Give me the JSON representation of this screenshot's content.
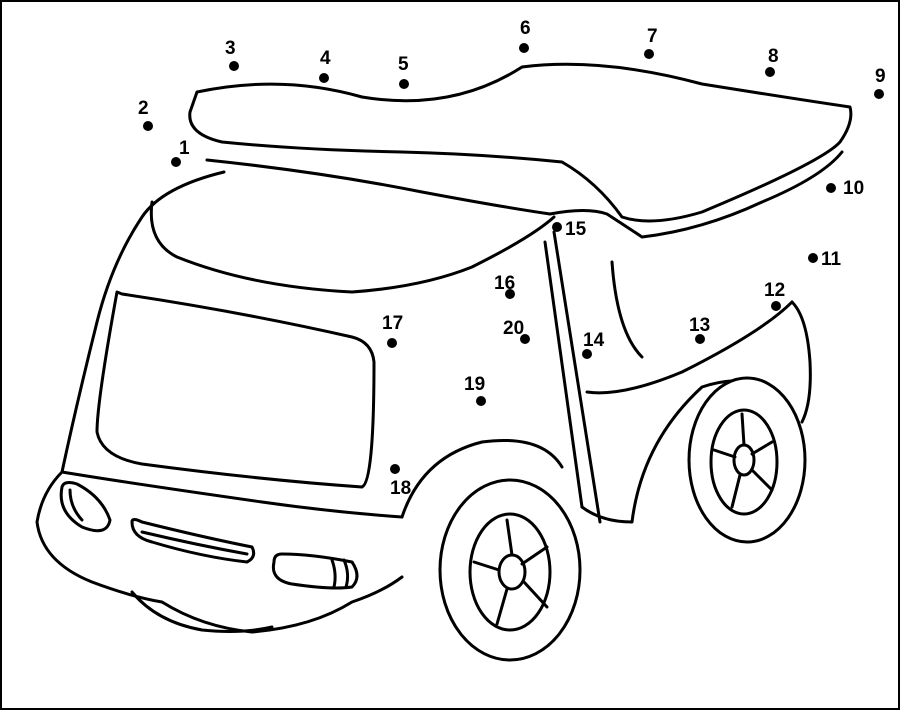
{
  "puzzle": {
    "first_number_color": "#e02020",
    "dots": [
      {
        "label": "1",
        "highlight": true
      },
      {
        "label": "2"
      },
      {
        "label": "3"
      },
      {
        "label": "4"
      },
      {
        "label": "5"
      },
      {
        "label": "6"
      },
      {
        "label": "7"
      },
      {
        "label": "8"
      },
      {
        "label": "9"
      },
      {
        "label": "10"
      },
      {
        "label": "11"
      },
      {
        "label": "12"
      },
      {
        "label": "13"
      },
      {
        "label": "14"
      },
      {
        "label": "15"
      },
      {
        "label": "16"
      },
      {
        "label": "17"
      },
      {
        "label": "18"
      },
      {
        "label": "19"
      },
      {
        "label": "20"
      }
    ]
  }
}
